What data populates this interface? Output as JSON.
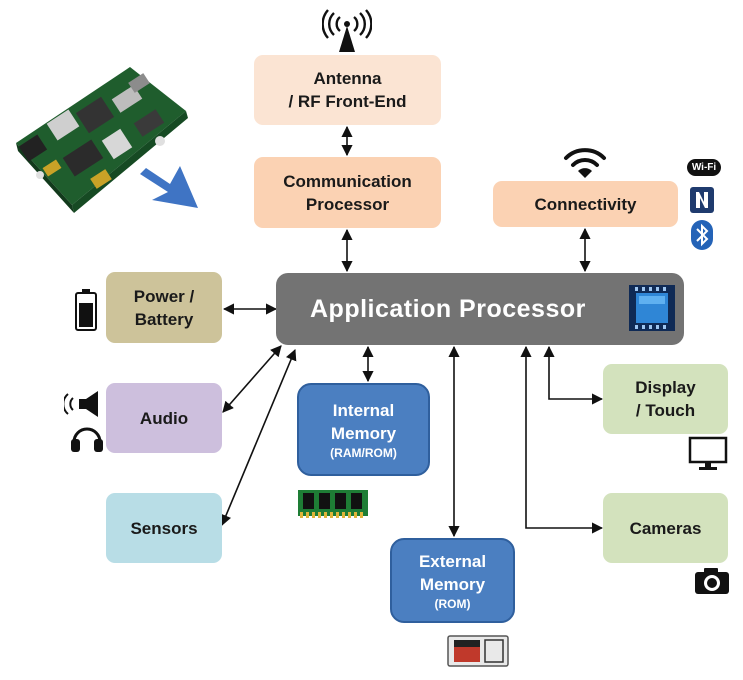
{
  "diagram": {
    "antenna": [
      "Antenna",
      "/ RF Front-End"
    ],
    "communication": [
      "Communication",
      "Processor"
    ],
    "connectivity": "Connectivity",
    "application_processor": "Application Processor",
    "power": [
      "Power /",
      "Battery"
    ],
    "audio": "Audio",
    "sensors": "Sensors",
    "internal_memory": {
      "lines": [
        "Internal",
        "Memory"
      ],
      "sub": "(RAM/ROM)"
    },
    "external_memory": {
      "lines": [
        "External",
        "Memory"
      ],
      "sub": "(ROM)"
    },
    "display": [
      "Display",
      "/ Touch"
    ],
    "cameras": "Cameras",
    "wifi_badge": "Wi-Fi"
  },
  "colors": {
    "antenna": "#fbe4d3",
    "processor_boxes": "#fbd2b3",
    "application_processor": "#737373",
    "power": "#cdc39a",
    "audio": "#cdbfdd",
    "sensors": "#b8dde6",
    "memory": "#4b7fc1",
    "display_cameras": "#d3e2bd",
    "pointer_arrow": "#3f74c4"
  },
  "icons": [
    "phone-circuit-board-image",
    "pointer-arrow-icon",
    "antenna-signal-icon",
    "wifi-signal-icon",
    "wifi-badge-icon",
    "nfc-icon",
    "bluetooth-icon",
    "chip-icon",
    "battery-icon",
    "speaker-icon",
    "headphones-icon",
    "ram-stick-icon",
    "sd-card-icon",
    "monitor-icon",
    "camera-icon"
  ]
}
